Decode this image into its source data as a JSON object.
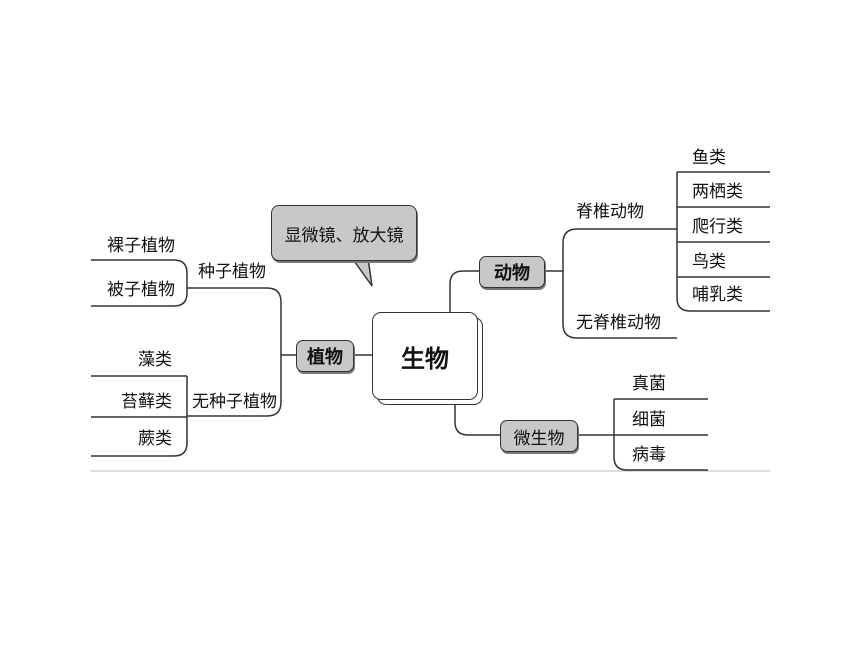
{
  "center": "生物",
  "callout": "显微镜、放大镜",
  "plants": {
    "label": "植物",
    "seed": {
      "label": "种子植物",
      "items": [
        "裸子植物",
        "被子植物"
      ]
    },
    "seedless": {
      "label": "无种子植物",
      "items": [
        "藻类",
        "苔藓类",
        "蕨类"
      ]
    }
  },
  "animals": {
    "label": "动物",
    "vertebrate": {
      "label": "脊椎动物",
      "items": [
        "鱼类",
        "两栖类",
        "爬行类",
        "鸟类",
        "哺乳类"
      ]
    },
    "invertebrate": {
      "label": "无脊椎动物"
    }
  },
  "microbes": {
    "label": "微生物",
    "items": [
      "真菌",
      "细菌",
      "病毒"
    ]
  }
}
